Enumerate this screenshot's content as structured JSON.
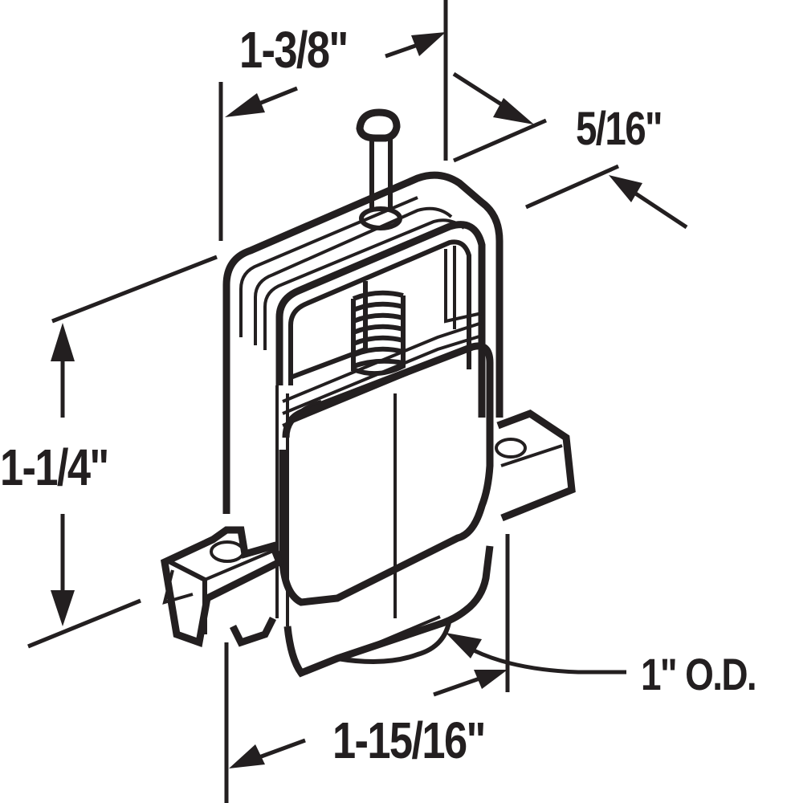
{
  "diagram": {
    "subject": "sliding door roller assembly with adjustment screw",
    "line_color": "#231f20",
    "background": "#ffffff",
    "dimensions": {
      "width_top": "1-3/8\"",
      "depth": "5/16\"",
      "height": "1-1/4\"",
      "wheel_diameter": "1\" O.D.",
      "width_bottom": "1-15/16\""
    }
  }
}
